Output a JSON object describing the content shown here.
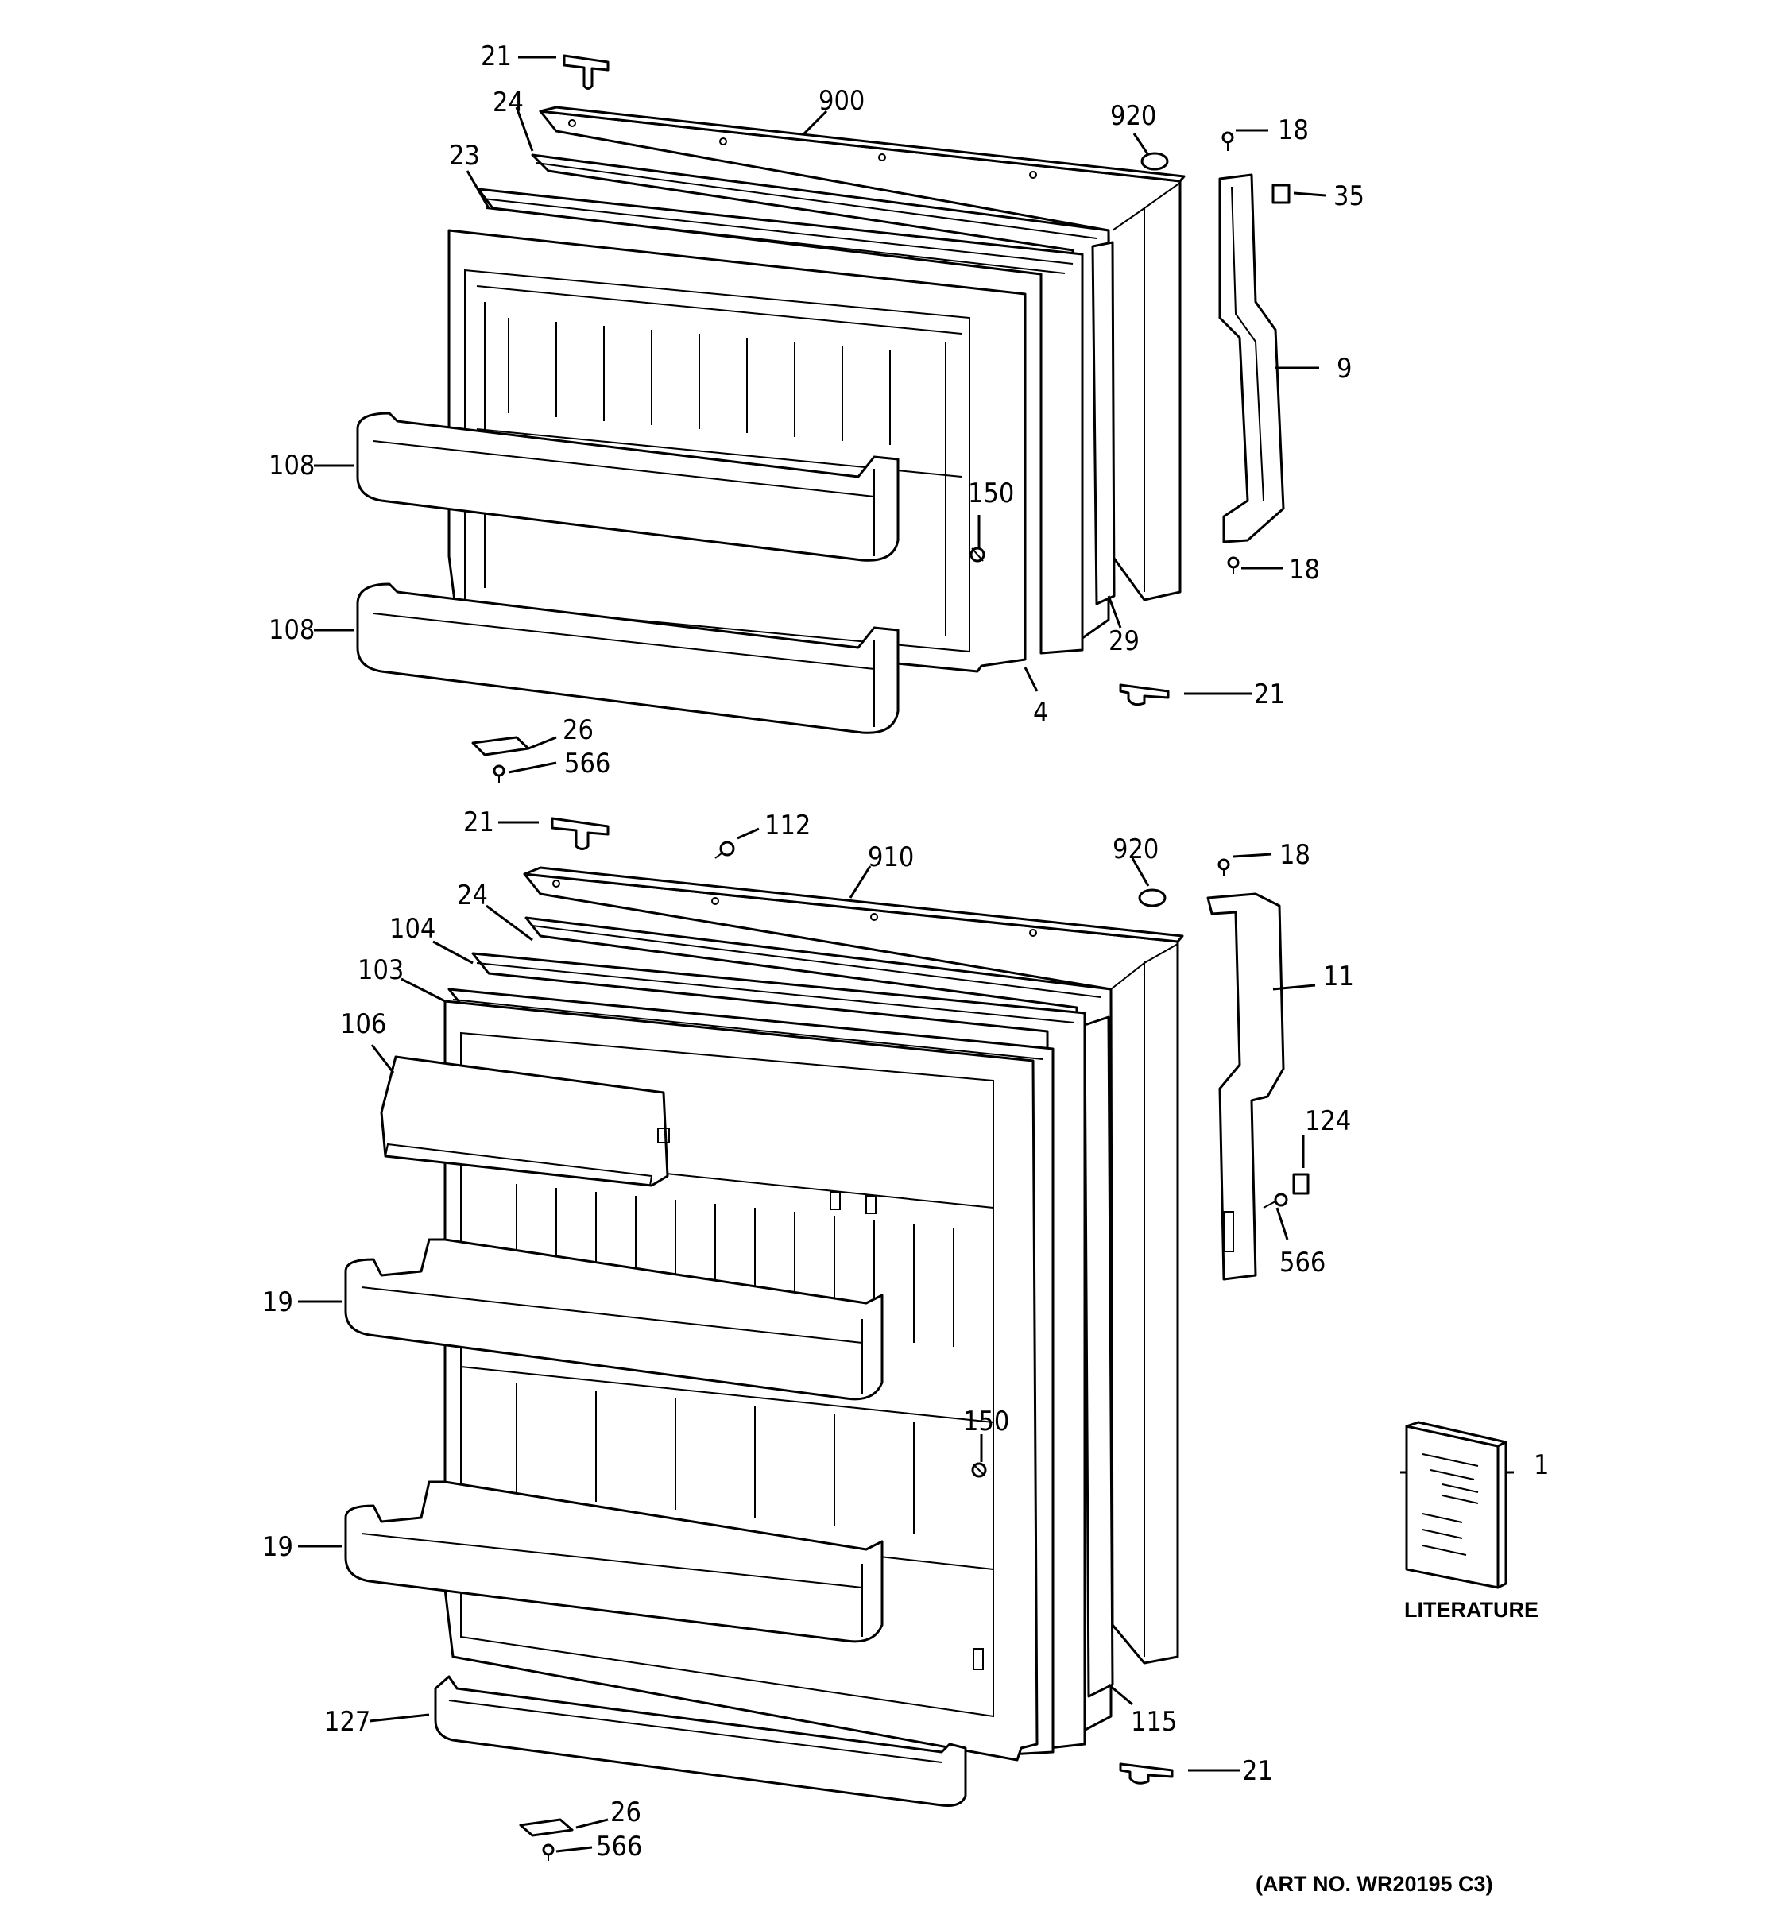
{
  "labels": {
    "top_door": {
      "l21_top": "21",
      "l24": "24",
      "l900": "900",
      "l23": "23",
      "l920": "920",
      "l18_top": "18",
      "l35": "35",
      "l9": "9",
      "l108_a": "108",
      "l108_b": "108",
      "l150": "150",
      "l18_bottom": "18",
      "l29": "29",
      "l4": "4",
      "l21_bottom": "21",
      "l26": "26",
      "l566": "566"
    },
    "bottom_door": {
      "l21_top": "21",
      "l112": "112",
      "l910": "910",
      "l920": "920",
      "l18": "18",
      "l24": "24",
      "l104": "104",
      "l103": "103",
      "l106": "106",
      "l11": "11",
      "l124": "124",
      "l566_handle": "566",
      "l19_a": "19",
      "l19_b": "19",
      "l150": "150",
      "l1": "1",
      "l127": "127",
      "l115": "115",
      "l21_bottom": "21",
      "l26": "26",
      "l566": "566"
    }
  },
  "literature": {
    "title": "LITERATURE"
  },
  "art_number": "(ART NO. WR20195 C3)"
}
